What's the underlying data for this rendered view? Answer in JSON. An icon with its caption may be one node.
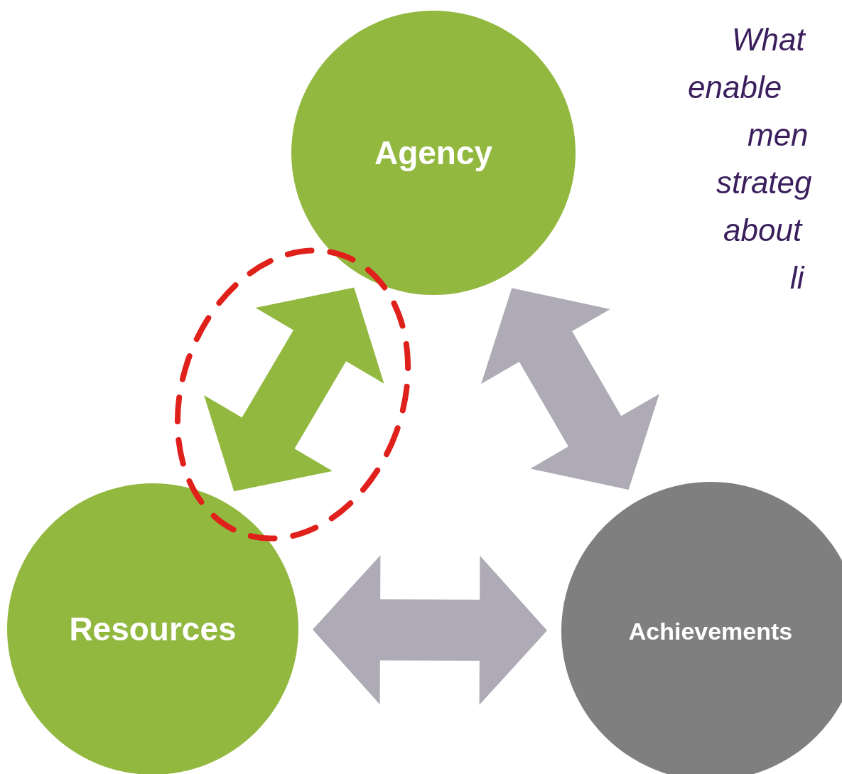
{
  "diagram": {
    "nodes": [
      {
        "text": [
          "Agency"
        ]
      },
      {
        "text": [
          "Resources"
        ]
      },
      {
        "text": [
          "Achievements"
        ]
      }
    ],
    "edges": [
      {
        "from": 0,
        "to": 1,
        "arrow": "both",
        "style": "thick",
        "color": "#92b83f"
      },
      {
        "from": 0,
        "to": 2,
        "arrow": "both",
        "style": "thick"
      },
      {
        "from": 1,
        "to": 2,
        "arrow": "both",
        "style": "thick"
      }
    ],
    "labels": [
      "What",
      "enable",
      "men",
      "strateg",
      "about",
      "li"
    ]
  }
}
